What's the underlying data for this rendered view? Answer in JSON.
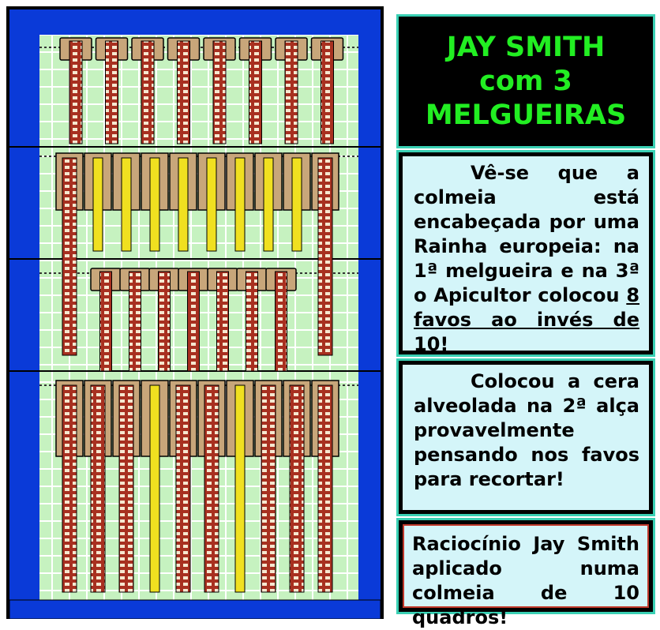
{
  "title": {
    "line1": "JAY SMITH",
    "line2": "com 3",
    "line3": "MELGUEIRAS"
  },
  "paragraph1": {
    "part1": "Vê-se que a colmeia está encabeçada por uma Rainha europeia: na 1ª melgueira e na 3ª o Apicultor colocou",
    "underlined": "8 favos ao invés de 10",
    "end": "!"
  },
  "paragraph2": {
    "text": "Colocou a cera alveolada na 2ª alça provavelmente pensando nos favos para recortar!"
  },
  "paragraph3": {
    "text": "Raciocínio Jay Smith aplicado numa colmeia de 10 quadros!"
  },
  "colors": {
    "hive_side": "#0a3ad8",
    "background_grid": "#c6f2c0",
    "frame_top": "#c8a67a",
    "frame_brood": "#a83020",
    "frame_foundation": "#f0e020",
    "title_text": "#22ee22",
    "box_border": "#3ad0b4",
    "text_bg": "#d4f5f9"
  },
  "diagram": {
    "super1_frames": 8,
    "super2_frames": 10,
    "super3_frames": 7,
    "brood_frames": 10
  }
}
